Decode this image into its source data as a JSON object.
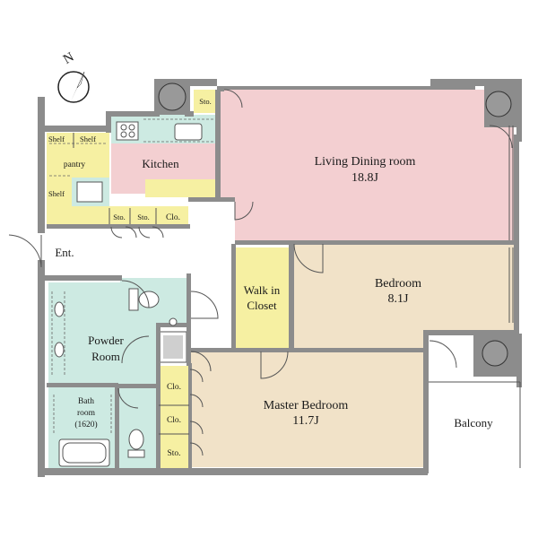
{
  "compass": {
    "north_label": "N"
  },
  "rooms": {
    "living": {
      "name": "Living Dining room",
      "size": "18.8J"
    },
    "kitchen": {
      "name": "Kitchen"
    },
    "pantry": {
      "name": "pantry"
    },
    "bedroom": {
      "name": "Bedroom",
      "size": "8.1J"
    },
    "master": {
      "name": "Master Bedroom",
      "size": "11.7J"
    },
    "walkin": {
      "line1": "Walk in",
      "line2": "Closet"
    },
    "powder": {
      "line1": "Powder",
      "line2": "Room"
    },
    "bath": {
      "line1": "Bath",
      "line2": "room",
      "line3": "(1620)"
    },
    "entrance": {
      "name": "Ent."
    },
    "balcony": {
      "name": "Balcony"
    }
  },
  "storage": {
    "shelf": "Shelf",
    "sto": "Sto.",
    "clo": "Clo."
  },
  "colors": {
    "living": "#f3cfd1",
    "bedroom": "#f1e2c8",
    "kitchen": "#f3cfd1",
    "wet": "#cdeae2",
    "storage": "#f6f0a2",
    "wall": "#8c8c8c"
  }
}
